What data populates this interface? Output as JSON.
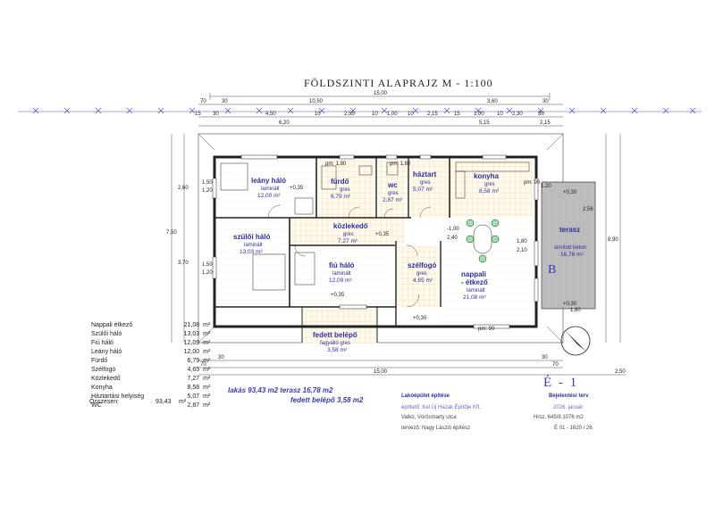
{
  "title": "FÖLDSZINTI ALAPRAJZ   M - 1:100",
  "rooms": {
    "leany_halo": {
      "name": "leány háló",
      "floor": "laminált",
      "area": "12,00 m²"
    },
    "furdo": {
      "name": "fürdő",
      "floor": "gres",
      "area": "6,79 m²"
    },
    "wc": {
      "name": "wc",
      "floor": "gres",
      "area": "2,87 m²"
    },
    "haztart": {
      "name": "háztart",
      "floor": "gres",
      "area": "5,07 m²"
    },
    "konyha": {
      "name": "konyha",
      "floor": "gres",
      "area": "8,58 m²"
    },
    "terasz": {
      "name": "terasz",
      "floor": "simított beton",
      "area": "16,78 m²"
    },
    "kozlekedo": {
      "name": "közlekedő",
      "floor": "gres",
      "area": "7,27 m²"
    },
    "szuloi_halo": {
      "name": "szülői háló",
      "floor": "laminált",
      "area": "13,03 m²"
    },
    "fiu_halo": {
      "name": "fiú háló",
      "floor": "laminált",
      "area": "12,09 m²"
    },
    "szelfogo": {
      "name": "szélfogó",
      "floor": "gres",
      "area": "4,65 m²"
    },
    "nappali": {
      "name": "nappali",
      "name2": "- étkező",
      "floor": "laminált",
      "area": "21,08 m²"
    },
    "fedett_belepo": {
      "name": "fedett belépő",
      "floor": "fagyálló gres",
      "area": "3,58 m²"
    }
  },
  "dims_top": {
    "d1": "15,00",
    "d2": "10,50",
    "d3": "3,60",
    "d4": "70",
    "d5": "30",
    "r2": [
      "15",
      "30",
      "4,50",
      "10",
      "2,55",
      "10",
      "1,00",
      "10",
      "2,15",
      "15",
      "1,00",
      "10",
      "2,30",
      "30"
    ],
    "r3": [
      "6,20",
      "5,15",
      "2,15"
    ]
  },
  "dims_bottom": {
    "b1": "15,00",
    "b2": "2,50",
    "b3": [
      "30",
      "70",
      "30",
      "70"
    ]
  },
  "dims_left": [
    "7,50",
    "2,60",
    "3,70",
    "1,50",
    "1,20",
    "1,50",
    "1,20"
  ],
  "dims_right": [
    "8,90",
    "2,56",
    "1,20",
    "1,80"
  ],
  "marks": {
    "h1": "+0,35",
    "h2": "+0,35",
    "h3": "+0,35",
    "h4": "+0,30",
    "h5": "+0,30",
    "h6": "+0,30",
    "h7": "-1,00",
    "h8": "2,40",
    "h9": "1,80",
    "h10": "2,10",
    "h11": "pm: 90",
    "h12": "pm: 90",
    "h13": "pm: 1,80",
    "h14": "pm: 1,80"
  },
  "section_mark": "B",
  "area_table": [
    {
      "room": "Nappali étkező",
      "value": "21,08",
      "unit": "m²"
    },
    {
      "room": "Szülői háló",
      "value": "13,03",
      "unit": "m²"
    },
    {
      "room": "Fiú háló",
      "value": "12,09",
      "unit": "m²"
    },
    {
      "room": "Leány háló",
      "value": "12,00",
      "unit": "m²"
    },
    {
      "room": "Fürdő",
      "value": "6,79",
      "unit": "m²"
    },
    {
      "room": "Szélfogó",
      "value": "4,65",
      "unit": "m²"
    },
    {
      "room": "Közlekedő",
      "value": "7,27",
      "unit": "m²"
    },
    {
      "room": "Konyha",
      "value": "8,58",
      "unit": "m²"
    },
    {
      "room": "Háztartási helyiség",
      "value": "5,07",
      "unit": "m²"
    },
    {
      "room": "WC",
      "value": "2,87",
      "unit": "m²"
    }
  ],
  "total": {
    "label": "Összesen:",
    "value": "93,43",
    "unit": "m²"
  },
  "summary": {
    "line1": "lakás  93,43 m2   terasz  16,78 m2",
    "line2": "fedett belépő  3,58 m2"
  },
  "title_block": {
    "project": "Lakóépület építése",
    "builder": "építtető:  Kel Új Házak Építője Kft.",
    "address": "Valkó, Vörösmarty utca",
    "designer": "tervező:   Nagy László  építész",
    "plan_type": "Bejelentési terv",
    "date": "2026. január",
    "parcel": "Hrsz.:645/8   1076 m2",
    "sheet_code": "É 01 - 1620 / 26"
  },
  "sheet_label": "É - 1",
  "colors": {
    "ink": "#222222",
    "blue_text": "#2b2fa0",
    "tile": "#f1d27a",
    "axis": "#4a4ad0",
    "terrace": "#9a9a9a"
  }
}
